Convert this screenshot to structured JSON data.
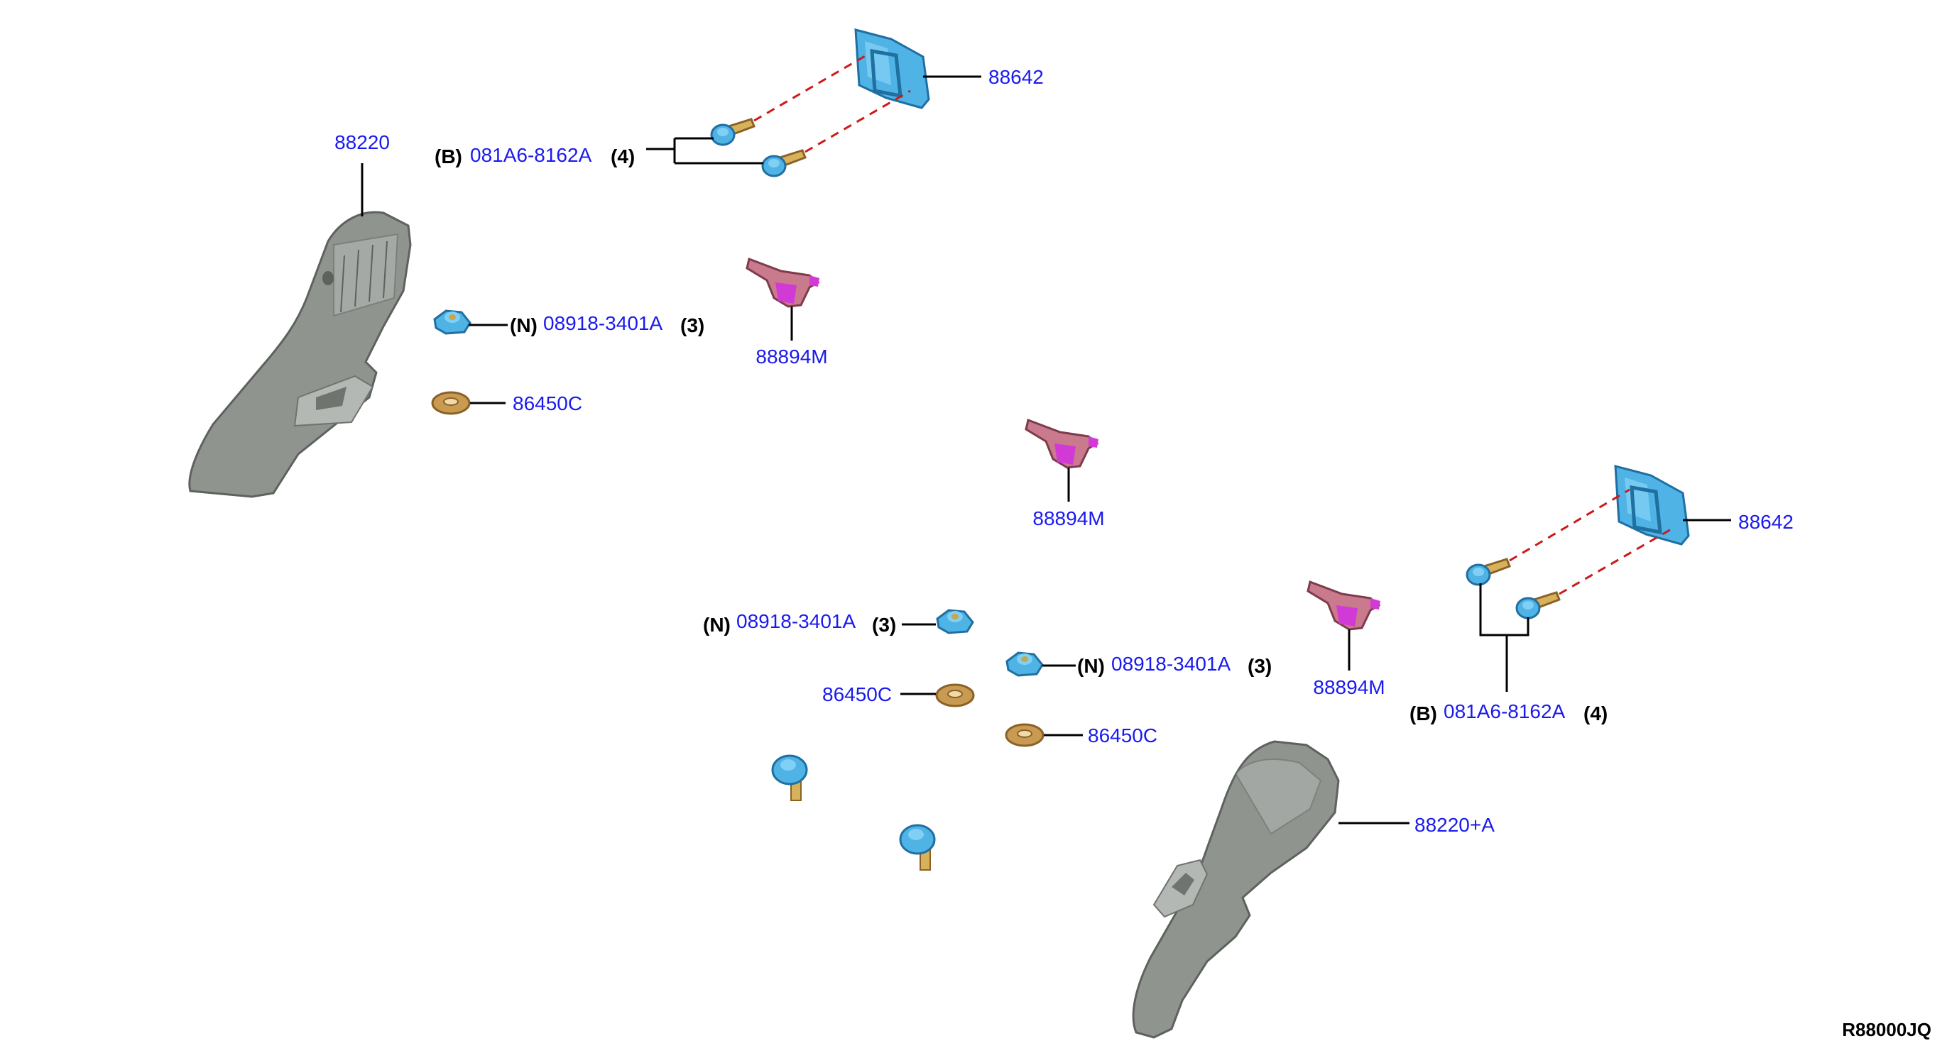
{
  "labels": {
    "finisher_left": "88220",
    "finisher_right": "88220+A",
    "hook_top": "88642",
    "hook_right": "88642",
    "bolt_top_tag": "(B)",
    "bolt_top_pn": "081A6-8162A",
    "bolt_top_qty": "(4)",
    "bolt_right_tag": "(B)",
    "bolt_right_pn": "081A6-8162A",
    "bolt_right_qty": "(4)",
    "nut_top_tag": "(N)",
    "nut_top_pn": "08918-3401A",
    "nut_top_qty": "(3)",
    "nut_mid_tag": "(N)",
    "nut_mid_pn": "08918-3401A",
    "nut_mid_qty": "(3)",
    "nut_right_tag": "(N)",
    "nut_right_pn": "08918-3401A",
    "nut_right_qty": "(3)",
    "washer_top": "86450C",
    "washer_mid": "86450C",
    "washer_right": "86450C",
    "clip_1": "88894M",
    "clip_2": "88894M",
    "clip_3": "88894M",
    "diagram_ref": "R88000JQ"
  },
  "colors": {
    "part_number": "#1a1aee",
    "leader": "#000000",
    "dash_line": "#cc1a1a",
    "trim_grey": "#8f948f",
    "fastener_blue": "#4fb3e6",
    "washer_gold": "#c99a52",
    "clip_pink": "#c97a8c",
    "clip_magenta": "#d23ad6"
  }
}
